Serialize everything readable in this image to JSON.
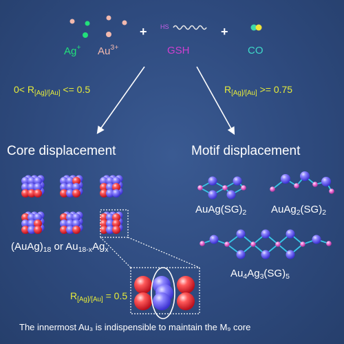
{
  "reactants": {
    "ag": "Ag",
    "ag_charge": "+",
    "au": "Au",
    "au_charge": "3+",
    "plus1": "+",
    "gsh": "GSH",
    "hs": "HS",
    "plus2": "+",
    "co": "CO"
  },
  "conditions": {
    "left_prefix": "0< R",
    "left_sub": "[Ag]/[Au]",
    "left_suffix": " <= 0.5",
    "right_prefix": "R",
    "right_sub": "[Ag]/[Au]",
    "right_suffix": " >= 0.75"
  },
  "headings": {
    "core": "Core displacement",
    "motif": "Motif displacement"
  },
  "core_labels": {
    "part1": "(AuAg)",
    "sub1": "18",
    "part2": " or Au",
    "sub2": "18-x",
    "part3": "Ag",
    "sub3": "x"
  },
  "motif_labels": {
    "m1_a": "AuAg(SG)",
    "m1_b": "2",
    "m2_a": "AuAg",
    "m2_b": "2",
    "m2_c": "(SG)",
    "m2_d": "2",
    "m3_a": "Au",
    "m3_b": "4",
    "m3_c": "Ag",
    "m3_d": "3",
    "m3_e": "(SG)",
    "m3_f": "5"
  },
  "ratio_label": {
    "prefix": "R",
    "sub": "[Ag]/[Au]",
    "suffix": " = 0.5"
  },
  "caption": "The innermost Au₃ is indispensible to maintain the M₉ core",
  "colors": {
    "background": "#2f4a7c",
    "gold_text": "#e7ec3a",
    "ag_green": "#22e07a",
    "au_pink": "#f2b9ae",
    "gsh_magenta": "#e040e0",
    "co_teal": "#3fd9c8",
    "atom_blue": "#7b72ff",
    "atom_red": "#f0404a",
    "bond_cyan": "#38c8e8",
    "sulfur_pink": "#f07ad8"
  }
}
